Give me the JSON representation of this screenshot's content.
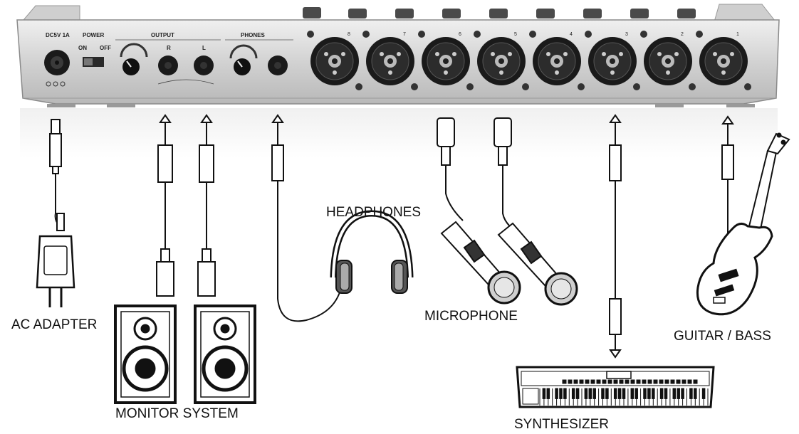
{
  "panel": {
    "dc_label": "DC5V 1A",
    "power_label": "POWER",
    "on_label": "ON",
    "off_label": "OFF",
    "output_label": "OUTPUT",
    "output_r": "R",
    "output_l": "L",
    "phones_label": "PHONES",
    "inputs": [
      "8",
      "7",
      "6",
      "5",
      "4",
      "3",
      "2",
      "1"
    ]
  },
  "devices": {
    "ac_adapter": "AC ADAPTER",
    "monitor_system": "MONITOR SYSTEM",
    "headphones": "HEADPHONES",
    "microphone": "MICROPHONE",
    "synthesizer": "SYNTHESIZER",
    "guitar_bass": "GUITAR / BASS"
  },
  "colors": {
    "panel": "#d8d8d8",
    "panel_dark": "#9a9a9a",
    "line": "#111111"
  }
}
